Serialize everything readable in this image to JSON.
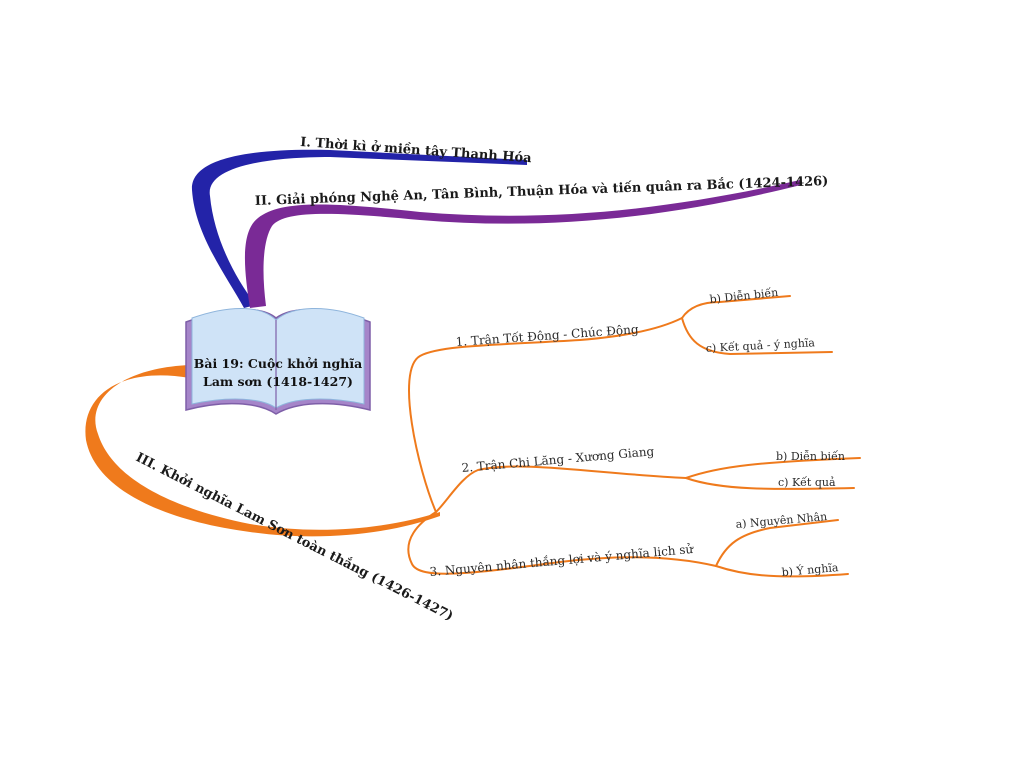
{
  "colors": {
    "branch_1": "#2323a8",
    "branch_2": "#7a2a96",
    "branch_3": "#ef7a1c",
    "book_cover": "#a585c9",
    "book_page": "#cfe3f7"
  },
  "center": {
    "icon": "open-book-icon",
    "line1": "Bài 19: Cuộc khởi nghĩa",
    "line2": "Lam sơn (1418-1427)"
  },
  "branches": {
    "b1": {
      "label": "I. Thời kì ở miền tây Thanh Hóa"
    },
    "b2": {
      "label": "II. Giải phóng Nghệ An, Tân Bình, Thuận Hóa và tiến quân ra Bắc (1424-1426)"
    },
    "b3": {
      "label": "III. Khởi nghĩa Lam Sơn toàn thắng (1426-1427)",
      "sub1": {
        "label": "1. Trận Tốt Động - Chúc Động",
        "leaf1": "b) Diễn biến",
        "leaf2": "c) Kết quả - ý nghĩa"
      },
      "sub2": {
        "label": "2. Trận Chi Lăng - Xương Giang",
        "leaf1": "b) Diễn biến",
        "leaf2": "c) Kết quả"
      },
      "sub3": {
        "label": "3. Nguyên nhân thắng lợi và ý nghĩa lịch sử",
        "leaf1": "a) Nguyên Nhân",
        "leaf2": "b) Ý nghĩa"
      }
    }
  }
}
